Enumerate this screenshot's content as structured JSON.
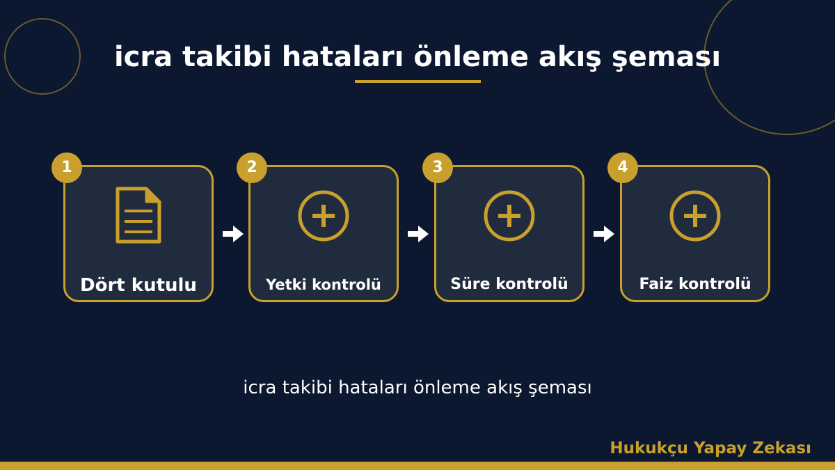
{
  "slide": {
    "title": "icra takibi hataları önleme akış şeması",
    "caption": "icra takibi hataları önleme akış şeması",
    "brand": "Hukukçu Yapay Zekası"
  },
  "colors": {
    "background": "#0c1830",
    "accent": "#c9a02d",
    "card": "#212b3e",
    "text": "#ffffff"
  },
  "steps": [
    {
      "number": "1",
      "label": "Dört kutulu",
      "icon": "document-icon"
    },
    {
      "number": "2",
      "label": "Yetki kontrolü",
      "icon": "plus-circle-icon"
    },
    {
      "number": "3",
      "label": "Süre kontrolü",
      "icon": "plus-circle-icon"
    },
    {
      "number": "4",
      "label": "Faiz kontrolü",
      "icon": "plus-circle-icon"
    }
  ]
}
